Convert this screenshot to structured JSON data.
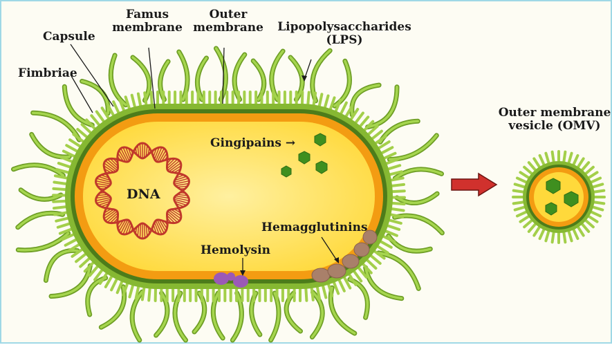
{
  "labels": {
    "fimbriae": "Fimbriae",
    "capsule": "Capsule",
    "famus_line1": "Famus",
    "famus_line2": "membrane",
    "outer_line1": "Outer",
    "outer_line2": "membrane",
    "lps_line1": "Lipopolysaccharides",
    "lps_line2": "(LPS)",
    "gingipains": "Gingipains →",
    "dna": "DNA",
    "hemolysin": "Hemolysin",
    "hemagglutinins": "Hemagglutinins",
    "omv_line1": "Outer membrane",
    "omv_line2": "vesicle (OMV)"
  },
  "colors": {
    "background": "#fdfcf3",
    "frame": "#9fd8e6",
    "fimbriae": "#8cc63f",
    "fimbriae_outline": "#5e8c1e",
    "lps": "#a3cf4a",
    "outer_membrane": "#4d7c1a",
    "capsule": "#86b832",
    "periplasm": "#f39c12",
    "cytoplasm": "#ffd93b",
    "dna": "#c0392b",
    "gingipain": "#3f8f1f",
    "hemolysin": "#9b59b6",
    "hemagglutinin": "#a9806a",
    "arrow": "#d0312d"
  }
}
